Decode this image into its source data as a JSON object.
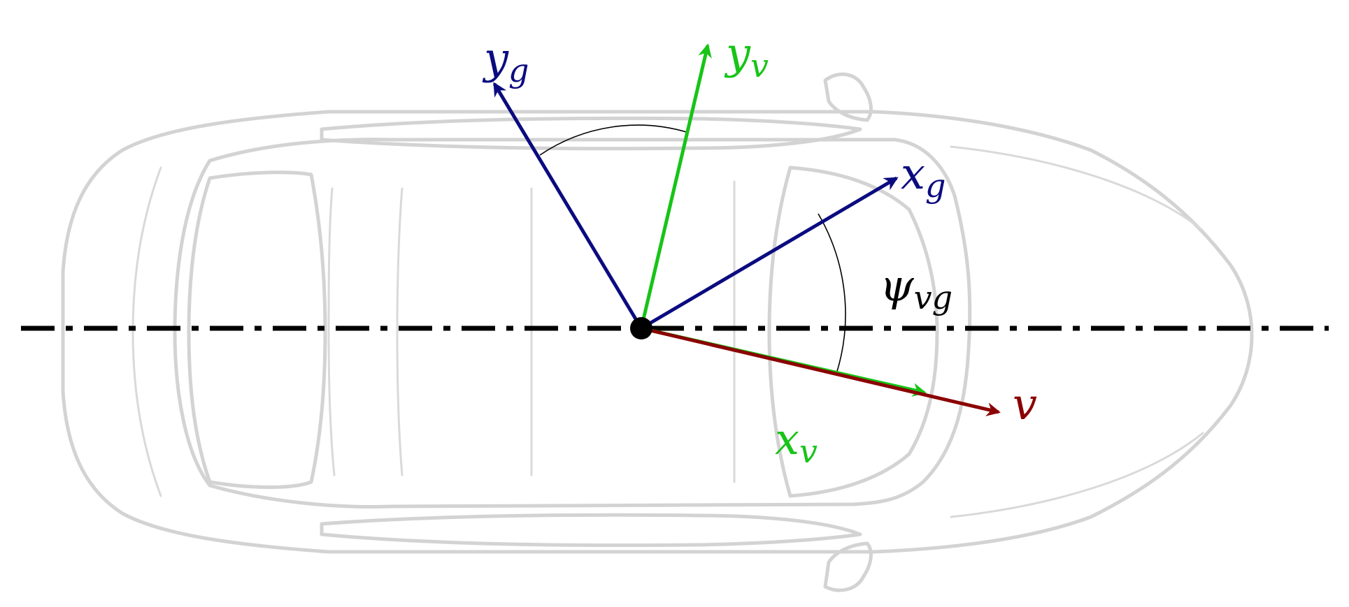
{
  "colors": {
    "global_frame": "#0b0b80",
    "vehicle_frame": "#17c417",
    "velocity": "#8b0000",
    "axis": "#000000",
    "car_outline": "#d3d3d3"
  },
  "labels": {
    "x_g": {
      "base": "x",
      "sub": "g"
    },
    "y_g": {
      "base": "y",
      "sub": "g"
    },
    "x_v": {
      "base": "x",
      "sub": "v"
    },
    "y_v": {
      "base": "y",
      "sub": "v"
    },
    "v": {
      "base": "v"
    },
    "psi_vg": {
      "base": "ψ",
      "sub": "vg"
    }
  }
}
